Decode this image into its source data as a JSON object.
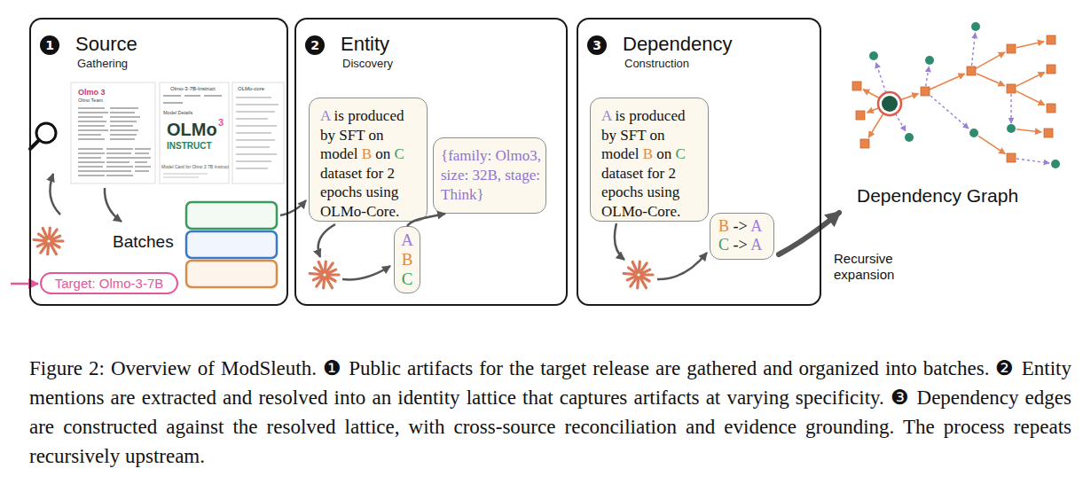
{
  "diagram": {
    "caption": "Figure 2: Overview of ModSleuth. ❶ Public artifacts for the target release are gathered and organized into batches. ❷ Entity mentions are extracted and resolved into an identity lattice that captures artifacts at varying specificity. ❸ Dependency edges are constructed against the resolved lattice, with cross-source reconciliation and evidence grounding. The process repeats recursively upstream.",
    "nodes": [
      {
        "text": [
          "1",
          "Source",
          "Gathering"
        ]
      },
      {
        "text": [
          "Target: Olmo-3-7B"
        ],
        "in": 0
      },
      {
        "text": [
          "2",
          "Entity",
          "Discovery"
        ]
      },
      {
        "text": [
          "A",
          "is produced by SFT on model",
          "B",
          "on",
          "C",
          "dataset for 2 epochs using OLMo-Core."
        ],
        "in": 2
      },
      {
        "text": [
          "A",
          "B",
          "C"
        ],
        "in": 2
      },
      {
        "text": [
          "{family: Olmo3, size: 32B, stage: Think}"
        ],
        "in": 2
      },
      {
        "text": [
          "3",
          "Dependency",
          "Construction"
        ]
      },
      {
        "text": [
          "A",
          "is produced by SFT on model",
          "B",
          "on",
          "C",
          "dataset for 2 epochs using OLMo-Core."
        ],
        "in": 6
      },
      {
        "text": [
          "B",
          "->",
          "A",
          "C",
          "->",
          "A"
        ],
        "in": 6
      }
    ],
    "edges": [
      {
        "from": 4,
        "to": 5,
        "arrow": "to"
      }
    ],
    "labels": [
      "Olmo 3",
      "Olmo Team",
      "Olmo-3-7B-Instruct",
      "Model Details",
      "OLMo",
      "3",
      "INSTRUCT",
      "Model Card for Olmo 3 7B Instruct",
      "OLMo-core",
      "Batches",
      "Dependency Graph",
      "Recursive expansion"
    ]
  }
}
